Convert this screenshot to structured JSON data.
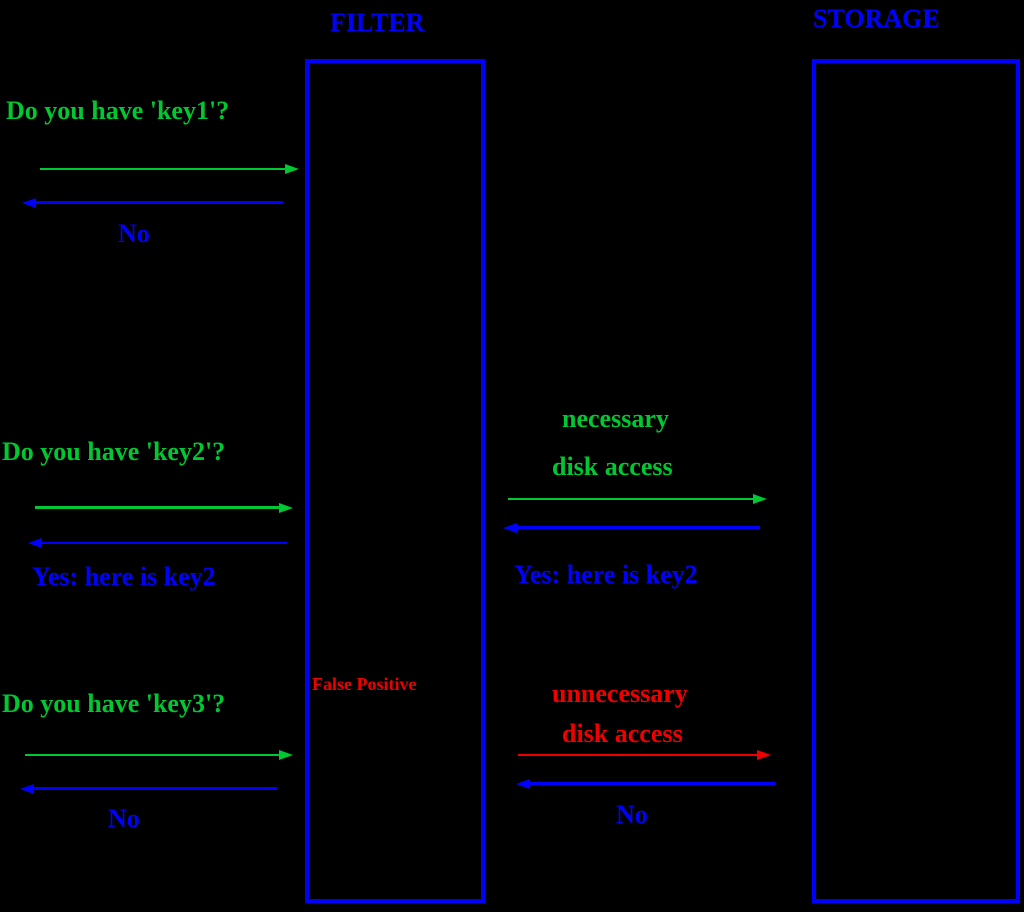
{
  "diagram": {
    "filter": {
      "title": "FILTER"
    },
    "storage": {
      "title": "STORAGE"
    },
    "colors": {
      "background": "#000000",
      "box_and_response_blue": "#0000FF",
      "query_green": "#00C832",
      "warning_red": "#EE0000"
    },
    "key1": {
      "question": "Do you have 'key1'?",
      "filter_response": "No"
    },
    "key2": {
      "question": "Do you have 'key2'?",
      "filter_response": "Yes: here is key2",
      "disk_note": [
        "necessary",
        "disk access"
      ],
      "storage_response": "Yes: here is key2"
    },
    "key3": {
      "question": "Do you have 'key3'?",
      "filter_response": "No",
      "filter_note": "False Positive",
      "disk_note": [
        "unnecessary",
        "disk access"
      ],
      "storage_response": "No"
    }
  }
}
